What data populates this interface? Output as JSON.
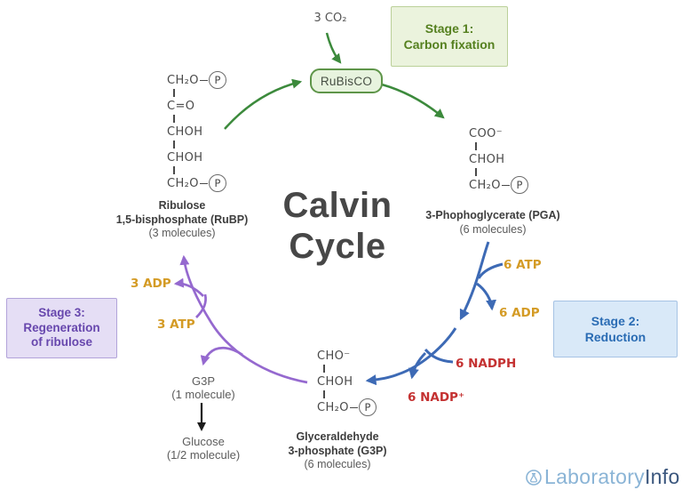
{
  "title": {
    "line1": "Calvin",
    "line2": "Cycle"
  },
  "co2_label": "3 CO₂",
  "enzyme_label": "RuBisCO",
  "phosphate_symbol": "P",
  "stage1": {
    "title": "Stage 1:",
    "subtitle": "Carbon fixation"
  },
  "stage2": {
    "title": "Stage 2:",
    "subtitle": "Reduction"
  },
  "stage3": {
    "title": "Stage 3:",
    "line2": "Regeneration",
    "line3": "of ribulose"
  },
  "rubp": {
    "formula": [
      {
        "text": "CH₂O",
        "p": true
      },
      {
        "text": "C=O"
      },
      {
        "text": "CHOH"
      },
      {
        "text": "CHOH"
      },
      {
        "text": "CH₂O",
        "p": true
      }
    ],
    "name_line1": "Ribulose",
    "name_line2": "1,5-bisphosphate (RuBP)",
    "count": "(3 molecules)"
  },
  "pga": {
    "formula": [
      {
        "text": "COO⁻"
      },
      {
        "text": "CHOH"
      },
      {
        "text": "CH₂O",
        "p": true
      }
    ],
    "name_line1": "3-Phophoglycerate (PGA)",
    "count": "(6 molecules)"
  },
  "g3p": {
    "formula": [
      {
        "text": "CHO⁻"
      },
      {
        "text": "CHOH"
      },
      {
        "text": "CH₂O",
        "p": true
      }
    ],
    "name_line1": "Glyceraldehyde",
    "name_line2": "3-phosphate (G3P)",
    "count": "(6 molecules)"
  },
  "cofactors": {
    "atp6": "6 ATP",
    "adp6": "6 ADP",
    "nadph6": "6 NADPH",
    "nadp6": "6 NADP⁺",
    "adp3": "3 ADP",
    "atp3": "3 ATP"
  },
  "products": {
    "g3p_name": "G3P",
    "g3p_count": "(1 molecule)",
    "glucose_name": "Glucose",
    "glucose_count": "(1/2 molecule)"
  },
  "logo": {
    "part1": "Laboratory",
    "part2": "Info"
  },
  "colors": {
    "green": "#3c8a3c",
    "blue": "#3d6ab5",
    "purple": "#9569cf",
    "gold": "#d49b25",
    "red": "#c43131",
    "black": "#1c1c1c"
  }
}
